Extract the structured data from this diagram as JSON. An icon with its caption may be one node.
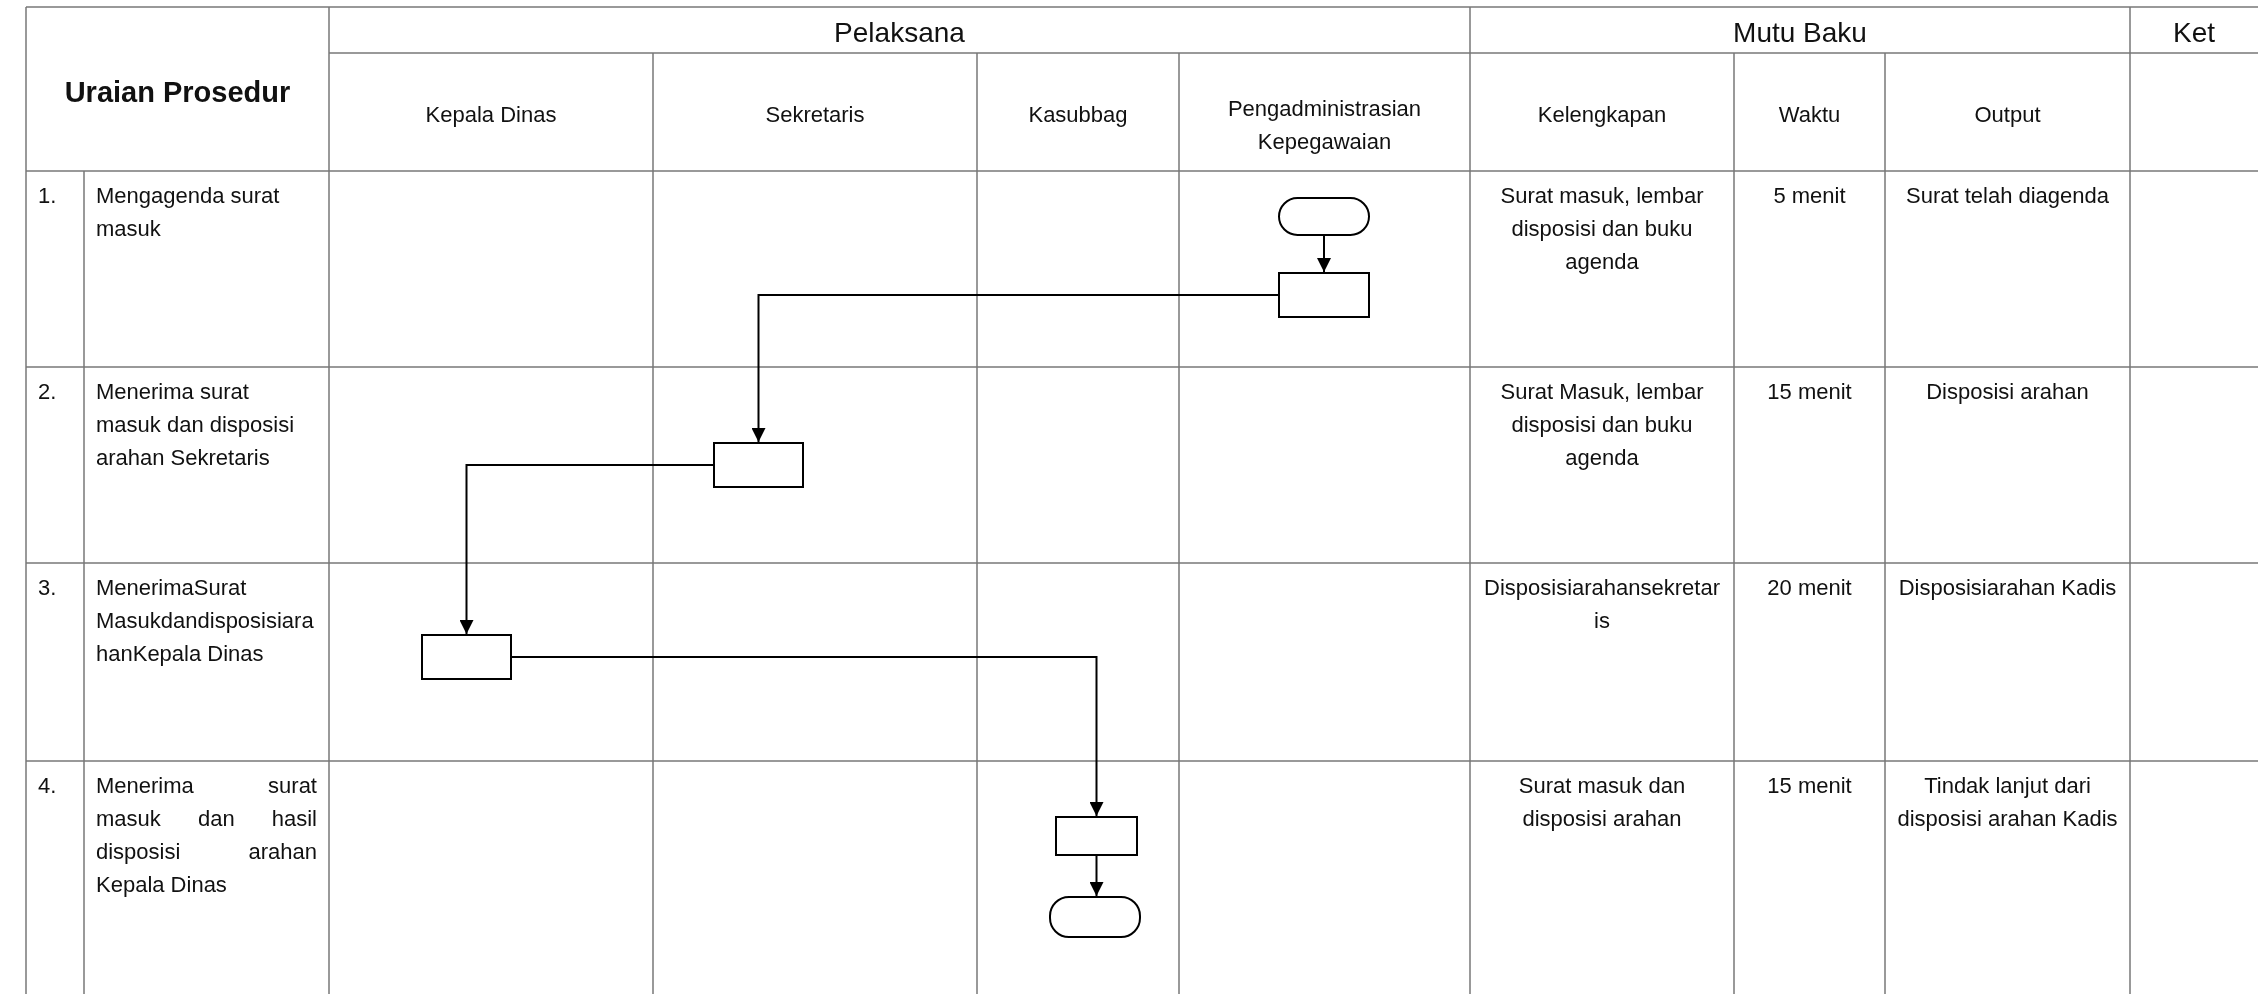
{
  "diagram": {
    "nodes": [
      {
        "text": [],
        "shape": "oval"
      },
      {
        "text": [],
        "shape": "box"
      },
      {
        "text": [],
        "shape": "box"
      },
      {
        "text": [],
        "shape": "box"
      },
      {
        "text": [],
        "shape": "box"
      },
      {
        "text": [],
        "shape": "oval"
      }
    ],
    "edges": [
      {
        "from": 0,
        "to": 1,
        "arrow": "to"
      },
      {
        "from": 1,
        "to": 2,
        "arrow": "to"
      },
      {
        "from": 2,
        "to": 3,
        "arrow": "to"
      },
      {
        "from": 3,
        "to": 4,
        "arrow": "to"
      },
      {
        "from": 4,
        "to": 5,
        "arrow": "to"
      }
    ],
    "labels": [
      "Uraian Prosedur",
      "Pelaksana",
      "Mutu Baku",
      "Ket",
      "Kepala Dinas",
      "Sekretaris",
      "Kasubbag",
      "Pengadministrasian Kepegawaian",
      "Kelengkapan",
      "Waktu",
      "Output",
      "1.",
      "Mengagenda surat masuk",
      "Surat masuk, lembar disposisi dan buku agenda",
      "5 menit",
      "Surat telah diagenda",
      "2.",
      "Menerima surat masuk dan disposisi arahan Sekretaris",
      "Surat Masuk, lembar disposisi dan buku agenda",
      "15 menit",
      "Disposisi arahan",
      "3.",
      "MenerimaSurat MasukdandisposisiarahanKepala Dinas",
      "Disposisiarahansekretaris",
      "20 menit",
      "Disposisiarahan Kadis",
      "4.",
      "Menerima surat masuk dan hasil disposisi arahan Kepala Dinas",
      "Surat masuk dan disposisi arahan",
      "15 menit",
      "Tindak lanjut dari disposisi arahan Kadis"
    ]
  }
}
